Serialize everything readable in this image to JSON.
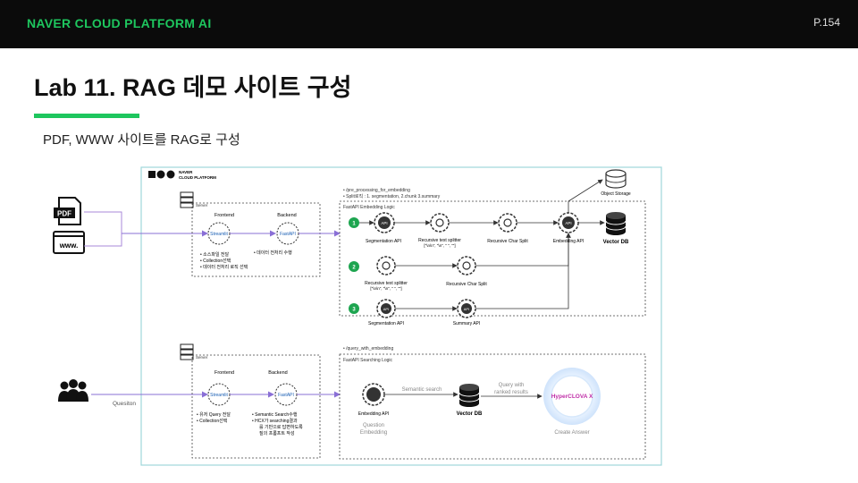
{
  "header": {
    "brand": "NAVER CLOUD PLATFORM AI",
    "page": "P.154",
    "brand_color": "#1ec65e"
  },
  "slide": {
    "title": "Lab 11. RAG 데모 사이트 구성",
    "subtitle": "PDF, WWW 사이트를 RAG로 구성"
  },
  "diagram": {
    "logo": {
      "line1": "NAVER",
      "line2": "CLOUD PLATFORM"
    },
    "inputs": {
      "pdf": "PDF",
      "www": "www.",
      "question": "Quesiton"
    },
    "server_label": "Server",
    "top_server": {
      "frontend": "Frontend",
      "backend": "Backend",
      "streamlit": "Streamlit",
      "fastapi": "FastAPI",
      "frontend_notes": [
        "소스파일 전달",
        "Collection선택",
        "데이터 전처리 로직 선택"
      ],
      "backend_notes": [
        "데이터 전처리 수행"
      ]
    },
    "embedding": {
      "path_label": "/pre_processing_for_embedding",
      "split_note": "Split로직 : 1. segmentation, 2.chunk 3.summary",
      "box_label": "FastAPI Embedding Logic",
      "api_text": "API",
      "row1": {
        "num": "1",
        "seg": "Segmentation API",
        "rts": "Recursive text splitter",
        "rts_sep": "[\"\\n\\n\", \"\\n\", \" \", \"\"]",
        "rcs": "Recursive Char Split",
        "emb": "Embedding API",
        "vdb": "Vector DB"
      },
      "row2": {
        "num": "2",
        "rts": "Recursive text splitter",
        "rts_sep": "[\"\\n\\n\", \"\\n\", \" \", \"\"]",
        "rcs": "Recursive Char Split"
      },
      "row3": {
        "num": "3",
        "seg": "Segmentation API",
        "sum": "Summary API"
      },
      "object_storage": "Object Storage"
    },
    "bottom_server": {
      "frontend": "Frontend",
      "backend": "Backend",
      "streamlit": "Streamlit",
      "fastapi": "FastAPI",
      "frontend_notes": [
        "유저 Query 전달",
        "Collection선택"
      ],
      "backend_notes": [
        "Semantic Search수행",
        "HCX가 searching결과",
        "를 기반으로 답변하도록",
        "질의 프롬프트 작성"
      ]
    },
    "search": {
      "path_label": "/query_with_embedding",
      "box_label": "FastAPI Searching Logic",
      "embedding_api": "Embedding API",
      "question_embedding": [
        "Question",
        "Embedding"
      ],
      "semantic_search": "Semantic search",
      "vector_db": "Vector DB",
      "query_with": [
        "Query with",
        "ranked results"
      ],
      "llm": "HyperCLOVA X",
      "create_answer": "Create Answer"
    }
  }
}
